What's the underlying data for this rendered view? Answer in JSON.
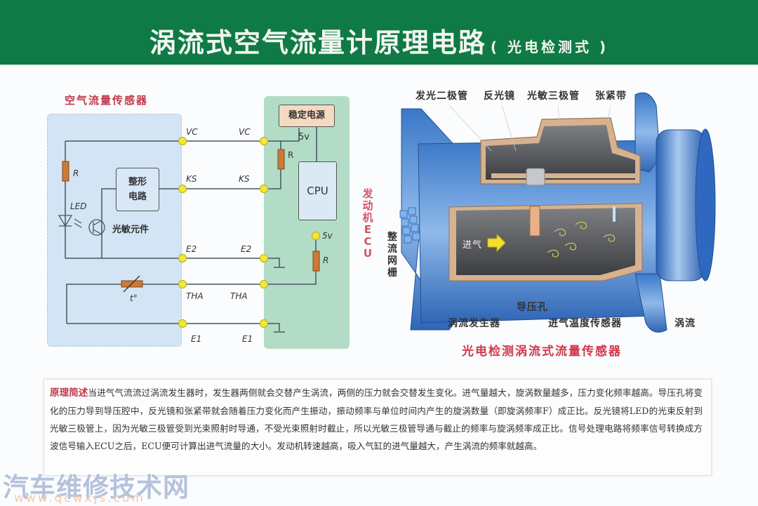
{
  "header": {
    "title": "涡流式空气流量计原理电路",
    "subtitle": "( 光电检测式 )",
    "background_color": "#0f7a45"
  },
  "circuit": {
    "sensor_title": "空气流量传感器",
    "ecu_label": [
      "发",
      "动",
      "机",
      "E",
      "C",
      "U"
    ],
    "sensor_box_color": "#d3e4f4",
    "ecu_box_color": "#b2dcc6",
    "power_supply": "稳定电源",
    "cpu": "CPU",
    "shaping_circuit": [
      "整形",
      "电路"
    ],
    "photo_element": "光敏元件",
    "led": "LED",
    "thermistor": "t°",
    "resistor": "R",
    "voltage": "5v",
    "terminals_sensor": [
      "VC",
      "KS",
      "E2",
      "THA",
      "E1"
    ],
    "terminals_ecu": [
      "VC",
      "KS",
      "E2",
      "THA",
      "E1"
    ],
    "terminal_color": "#f0e83a"
  },
  "device": {
    "top_labels": [
      "发光二极管",
      "反光镜",
      "光敏三极管",
      "张紧带"
    ],
    "grid_label": [
      "整",
      "流",
      "网",
      "栅"
    ],
    "intake": "进气",
    "pressure_hole": "导压孔",
    "bottom_labels": [
      "涡流发生器",
      "进气温度传感器",
      "涡流"
    ],
    "caption": "光电检测涡流式流量传感器"
  },
  "description": {
    "heading": "原理简述",
    "body": "当进气气流流过涡流发生器时，发生器两侧就会交替产生涡流，两侧的压力就会交替发生变化。进气量越大，旋涡数量越多，压力变化频率越高。导压孔将变化的压力导到导压腔中，反光镜和张紧带就会随着压力变化而产生振动，振动频率与单位时间内产生的旋涡数量（即旋涡频率F）成正比。反光镜将LED的光束反射到光敏三极管上，因为光敏三极管受到光束照射时导通，不受光束照射时截止，所以光敏三极管导通与截止的频率与旋涡频率成正比。信号处理电路将频率信号转换成方波信号输入ECU之后，ECU便可计算出进气流量的大小。发动机转速越高，吸入气缸的进气量越大，产生涡流的频率就越高。"
  },
  "watermark": {
    "name": "汽车维修技术网",
    "url": "www.qcwxjs.com"
  }
}
